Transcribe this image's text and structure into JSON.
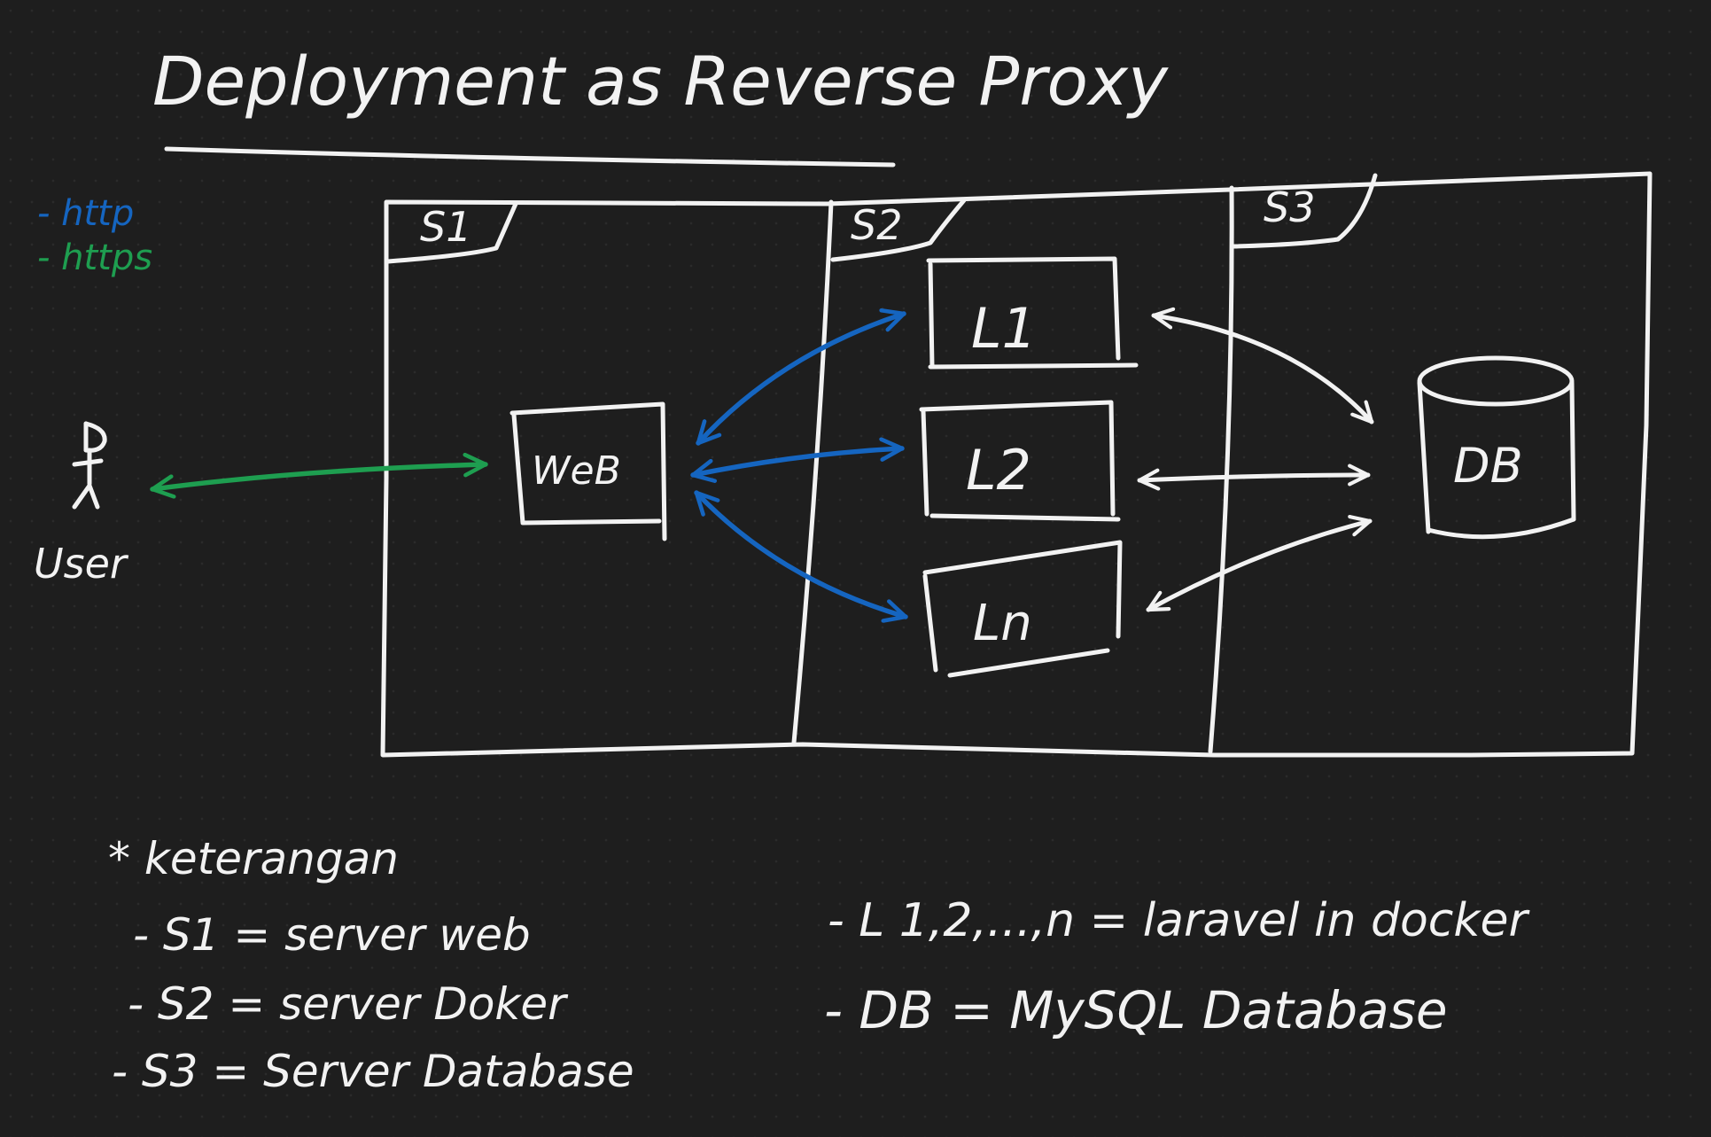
{
  "title": "Deployment as Reverse Proxy",
  "color_legend": [
    {
      "label": "- http",
      "color": "#1565c0"
    },
    {
      "label": "- https",
      "color": "#1e9e50"
    }
  ],
  "actor": {
    "label": "User",
    "icon": "stick-figure-icon"
  },
  "servers": [
    {
      "id": "S1",
      "label": "S1"
    },
    {
      "id": "S2",
      "label": "S2"
    },
    {
      "id": "S3",
      "label": "S3"
    }
  ],
  "nodes": {
    "web": "WeB",
    "l1": "L1",
    "l2": "L2",
    "ln": "Ln",
    "db": "DB"
  },
  "connections": [
    {
      "from": "User",
      "to": "WeB",
      "protocol": "https"
    },
    {
      "from": "WeB",
      "to": "L1",
      "protocol": "http"
    },
    {
      "from": "WeB",
      "to": "L2",
      "protocol": "http"
    },
    {
      "from": "WeB",
      "to": "Ln",
      "protocol": "http"
    },
    {
      "from": "L1",
      "to": "DB"
    },
    {
      "from": "L2",
      "to": "DB"
    },
    {
      "from": "Ln",
      "to": "DB"
    }
  ],
  "notes": {
    "heading": "* keterangan",
    "items": [
      "- S1 = server web",
      "- S2 = server Doker",
      "- S3 = Server Database",
      "- L 1,2,...,n = laravel in docker",
      "- DB = MySQL Database"
    ]
  }
}
